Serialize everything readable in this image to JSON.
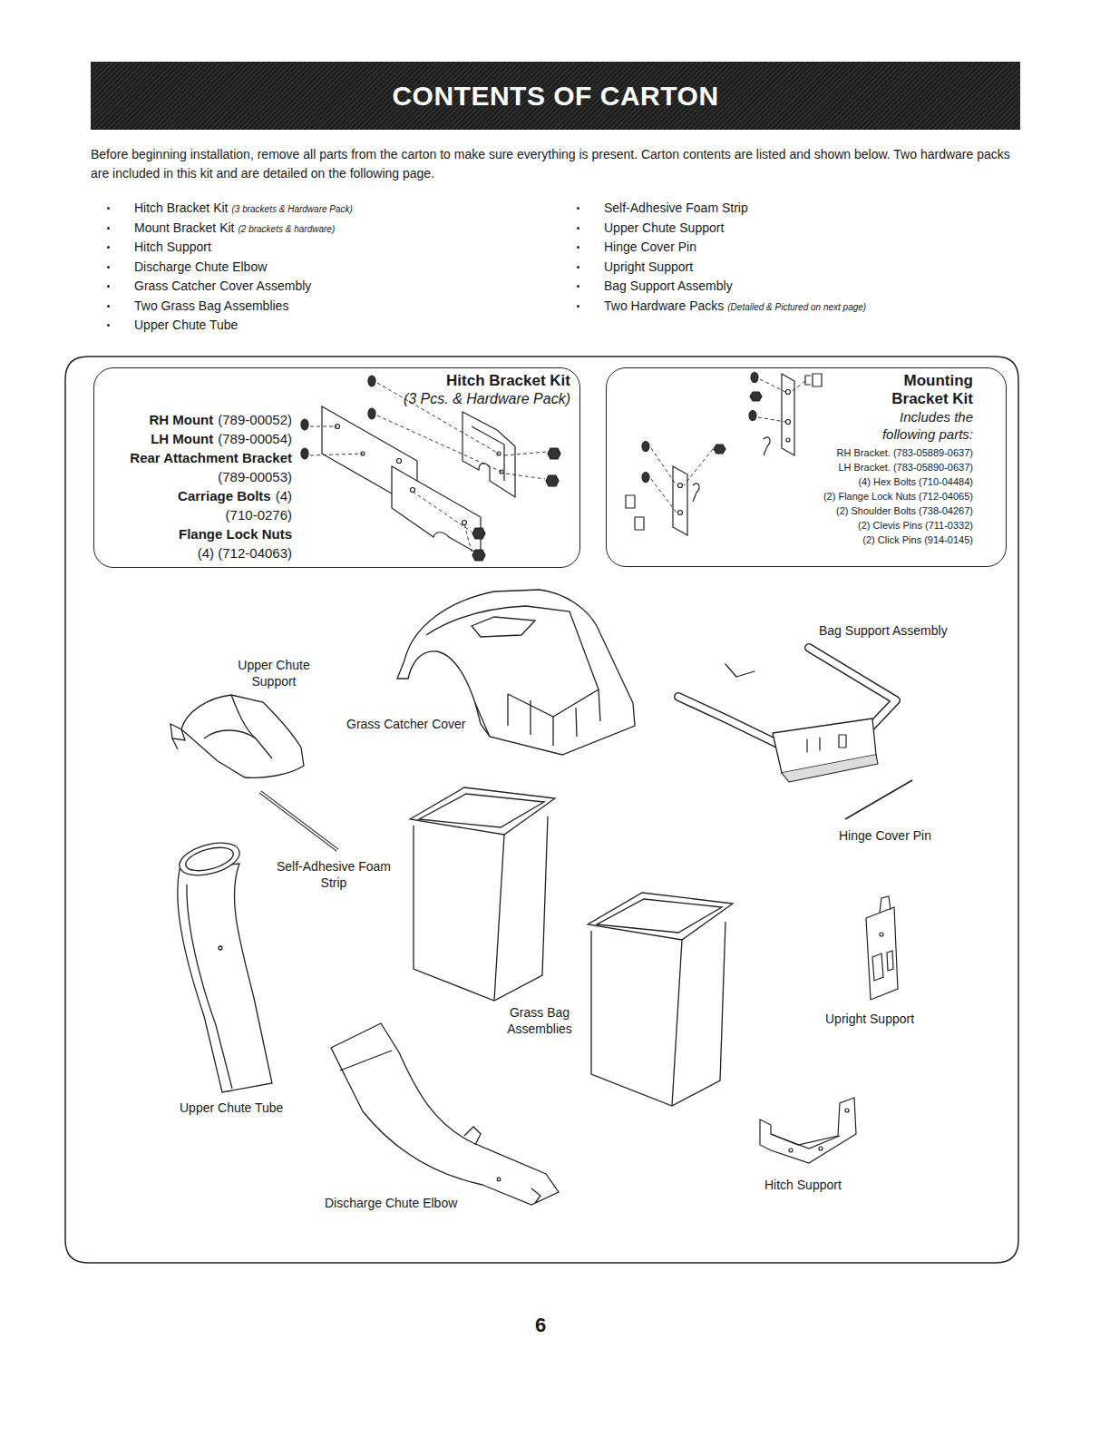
{
  "diagram": {
    "title": "CONTENTS OF CARTON",
    "nodes": [
      {
        "text": [
          "Hitch Bracket Kit",
          "(3 Pcs. & Hardware Pack)",
          "RH Mount",
          "(789-00052)",
          "LH Mount",
          "(789-00054)",
          "Rear Attachment Bracket",
          "(789-00053)",
          "Carriage Bolts",
          "(4)",
          "(710-0276)",
          "Flange Lock Nuts",
          "(4) (712-04063)"
        ]
      },
      {
        "text": [
          "Mounting Bracket Kit",
          "Includes the following parts:",
          "RH Bracket. (783-05889-0637)",
          "LH Bracket. (783-05890-0637)",
          "(4) Hex Bolts (710-04484)",
          "(2) Flange Lock Nuts (712-04065)",
          "(2) Shoulder Bolts (738-04267)",
          "(2) Clevis Pins (711-0332)",
          "(2) Click Pins (914-0145)"
        ]
      }
    ],
    "labels": [
      "Before beginning installation, remove all parts from the carton to make sure everything is present. Carton contents are listed and shown below. Two hardware packs are included in this kit and are detailed on the following page.",
      "Hitch Bracket Kit",
      "(3 brackets & Hardware Pack)",
      "Mount Bracket Kit",
      "(2 brackets & hardware)",
      "Hitch Support",
      "Discharge Chute Elbow",
      "Grass Catcher Cover Assembly",
      "Two Grass Bag Assemblies",
      "Upper Chute Tube",
      "Self-Adhesive Foam Strip",
      "Upper Chute Support",
      "Hinge Cover Pin",
      "Upright Support",
      "Bag Support Assembly",
      "Two Hardware Packs",
      "(Detailed & Pictured on next page)",
      "Upper Chute Support",
      "Grass Catcher Cover",
      "Bag Support Assembly",
      "Self-Adhesive Foam Strip",
      "Hinge Cover Pin",
      "Grass Bag Assemblies",
      "Upright Support",
      "Upper Chute Tube",
      "Discharge Chute Elbow",
      "Hitch Support",
      "6"
    ]
  }
}
